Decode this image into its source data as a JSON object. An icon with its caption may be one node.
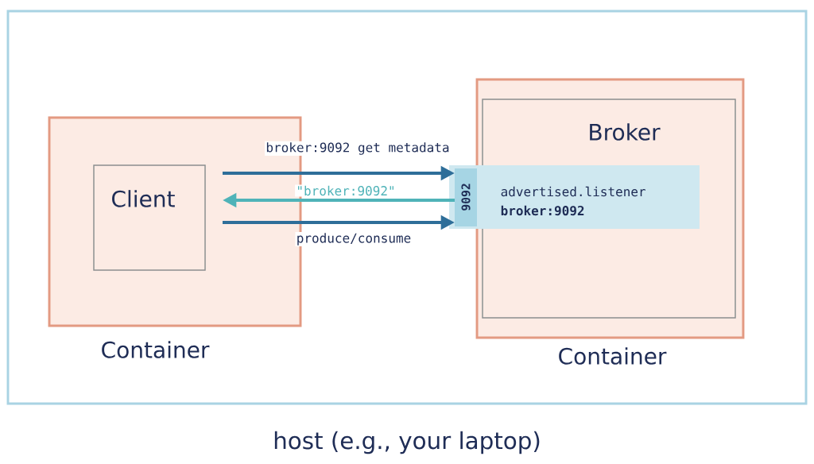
{
  "diagram": {
    "nodes": [
      {
        "text": [
          "host (e.g., your laptop)"
        ]
      },
      {
        "text": [
          "Container"
        ],
        "in": 0
      },
      {
        "text": [
          "Client"
        ],
        "in": 1
      },
      {
        "text": [
          "Container"
        ],
        "in": 0
      },
      {
        "text": [
          "Broker"
        ],
        "in": 3
      },
      {
        "text": [
          "advertised.listener",
          "broker:9092"
        ],
        "in": 0
      },
      {
        "text": [
          "9092"
        ],
        "in": 5
      }
    ],
    "edges": [
      {
        "from": 2,
        "to": 6,
        "arrow": "to",
        "label": "broker:9092 get metadata"
      },
      {
        "from": 6,
        "to": 2,
        "arrow": "to",
        "label": "\"broker:9092\"",
        "color": "#4fb3b8"
      },
      {
        "from": 2,
        "to": 6,
        "arrow": "to",
        "label": "produce/consume"
      }
    ]
  }
}
